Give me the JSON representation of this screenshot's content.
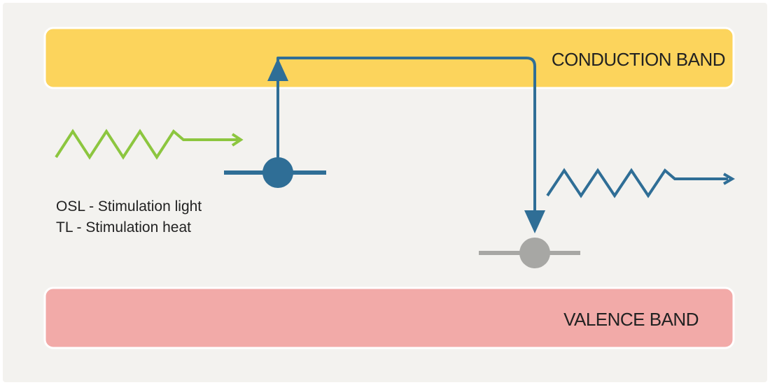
{
  "conduction_band": {
    "label": "CONDUCTION BAND",
    "color": "#fcd45c"
  },
  "valence_band": {
    "label": "VALENCE BAND",
    "color": "#f2aaa8"
  },
  "legend": {
    "line1": "OSL - Stimulation light",
    "line2": "TL - Stimulation heat"
  },
  "colors": {
    "background": "#f3f2ef",
    "stimulation_wave": "#8cc63f",
    "electron_path": "#2f6e96",
    "trap_level": "#2f6e96",
    "recombination_center": "#a7a7a4"
  },
  "icons": {
    "stimulation": "zigzag-wave-arrow-icon",
    "emission": "zigzag-wave-arrow-icon"
  }
}
